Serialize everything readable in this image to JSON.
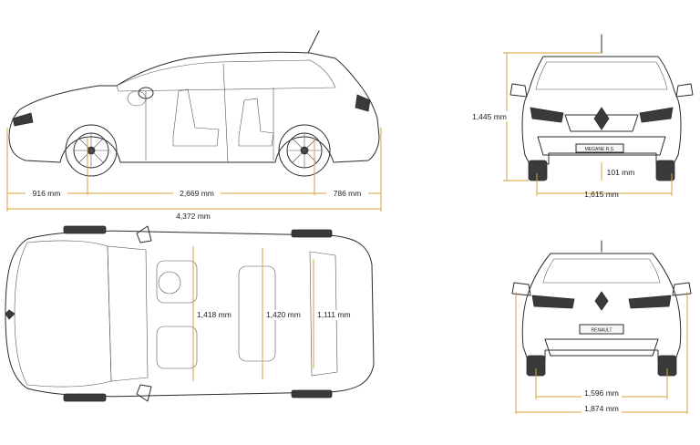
{
  "colors": {
    "dimension_line": "#d9a23a",
    "outline": "#2b2b2b",
    "background": "#ffffff"
  },
  "dimensions": {
    "front_overhang": "916 mm",
    "wheelbase": "2,669 mm",
    "rear_overhang": "786 mm",
    "overall_length": "4,372 mm",
    "height": "1,445 mm",
    "ground_clearance": "101 mm",
    "front_track": "1,615 mm",
    "rear_track": "1,596 mm",
    "overall_width": "1,874 mm",
    "front_elbow_width": "1,418 mm",
    "rear_elbow_width": "1,420 mm",
    "boot_width": "1,111 mm"
  },
  "badges": {
    "front_plate": "MEGANE R.S.",
    "rear_plate": "RENAULT"
  }
}
